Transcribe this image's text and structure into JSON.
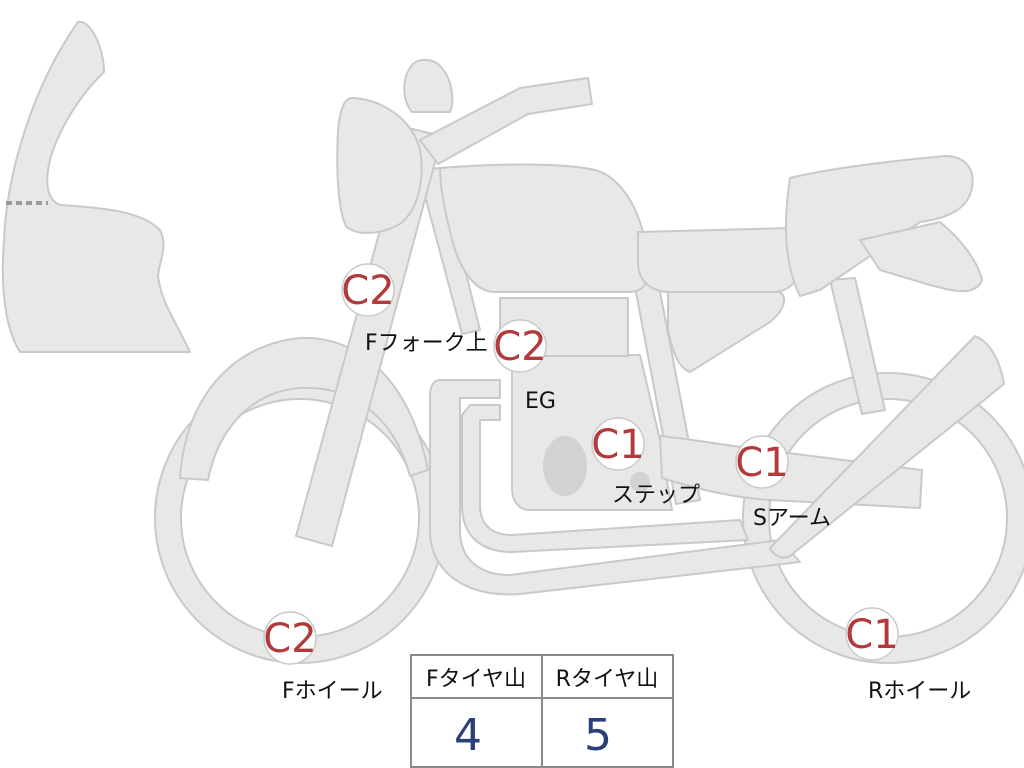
{
  "inspection_points": [
    {
      "id": "f-fork-upper",
      "grade": "C2",
      "label": "Fフォーク上"
    },
    {
      "id": "engine",
      "grade": "C2",
      "label": "EG"
    },
    {
      "id": "step",
      "grade": "C1",
      "label": "ステップ"
    },
    {
      "id": "swing-arm",
      "grade": "C1",
      "label": "Sアーム"
    },
    {
      "id": "f-wheel",
      "grade": "C2",
      "label": "Fホイール"
    },
    {
      "id": "r-wheel",
      "grade": "C1",
      "label": "Rホイール"
    }
  ],
  "tire_table": {
    "front_header": "Fタイヤ山",
    "rear_header": "Rタイヤ山",
    "front_value": "4",
    "rear_value": "5"
  },
  "colors": {
    "grade": "#b33a3a",
    "value": "#2a3f7a",
    "body": "#e8e8e6",
    "outline": "#c9c9c7"
  }
}
